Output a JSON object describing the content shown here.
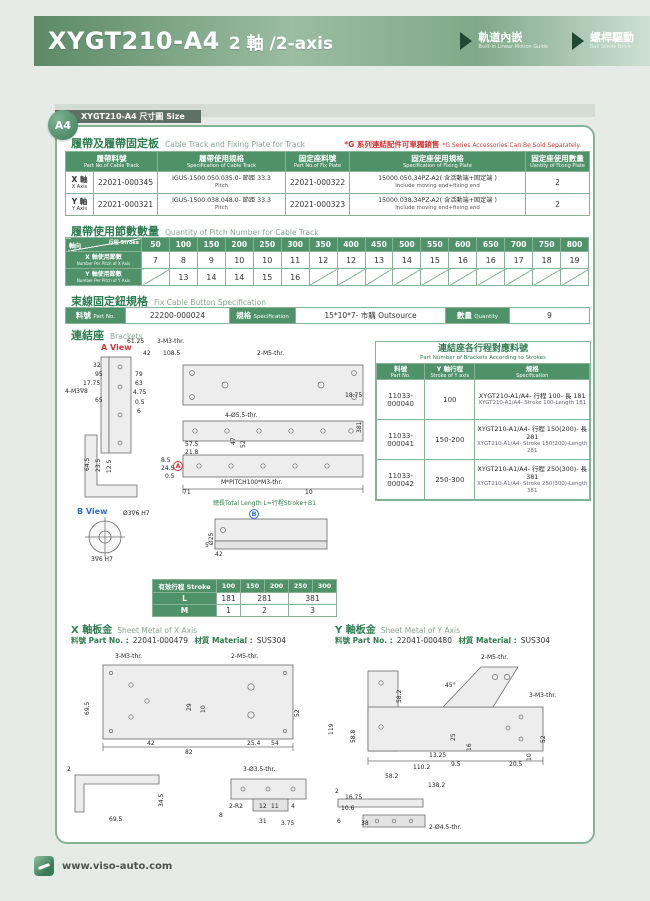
{
  "colors": {
    "green": "#4f9168",
    "dark_green": "#2e7d4f",
    "border_green": "#86b295",
    "red": "#d63535",
    "blue": "#2a6fd4"
  },
  "header": {
    "model": "XYGT210-A4",
    "axis": "2 軸 /2-axis",
    "badges": [
      {
        "zh": "軌道內嵌",
        "en": "Built-in Linear Motion Guide"
      },
      {
        "zh": "螺桿驅動",
        "en": "Ball Screw Drive"
      }
    ]
  },
  "section_bar": {
    "label": "XYGT210-A4 尺寸圖 Size"
  },
  "corner_badge": "A4",
  "track_section": {
    "title_zh": "履帶及履帶固定板",
    "title_en": "Cable Track and Fixing Plate for Track",
    "note_zh": "*G 系列連結配件可單獨銷售",
    "note_en": "*G Series Accessories Can Be Sold Separately.",
    "table": {
      "headers": [
        {
          "zh": "履帶料號",
          "en": "Part No.of Cable Track"
        },
        {
          "zh": "履帶使用規格",
          "en": "Specification of Cable Track"
        },
        {
          "zh": "固定座料號",
          "en": "Part No.of Fix Plate"
        },
        {
          "zh": "固定座使用規格",
          "en": "Specification of Fixing Plate"
        },
        {
          "zh": "固定座使用數量",
          "en": "Uantity of Fixing Plate"
        }
      ],
      "rows": [
        {
          "axis_zh": "X 軸",
          "axis_en": "X Axis",
          "track_pn": "22021-000345",
          "track_spec_zh": "IGUS-1500.050.035.0- 節距 33.3",
          "track_spec_en": "Pitch",
          "plate_pn": "22021-000322",
          "plate_spec_zh": "15000.050.34PZ-A2( 含活動端+固定端 )",
          "plate_spec_en": "Include moving end+fixing end",
          "qty": "2"
        },
        {
          "axis_zh": "Y 軸",
          "axis_en": "Y Axis",
          "track_pn": "22021-000321",
          "track_spec_zh": "IGUS-1500.038.048.0- 節距 33.3",
          "track_spec_en": "Pitch",
          "plate_pn": "22021-000323",
          "plate_spec_zh": "15000.038.34PZ-A2( 含活動端+固定端 )",
          "plate_spec_en": "Include moving end+fixing end",
          "qty": "2"
        }
      ]
    }
  },
  "pitch_section": {
    "title_zh": "履帶使用節數數量",
    "title_en": "Quantity of Pitch Number for Cable Track",
    "corner_bottom": "軸向",
    "corner_top": "行程 Stroke",
    "strokes": [
      "50",
      "100",
      "150",
      "200",
      "250",
      "300",
      "350",
      "400",
      "450",
      "500",
      "550",
      "600",
      "650",
      "700",
      "750",
      "800"
    ],
    "rows": [
      {
        "label_zh": "X 軸使用節數",
        "label_en": "Number Per Pitch of X Axis",
        "values": [
          "7",
          "8",
          "9",
          "10",
          "10",
          "11",
          "12",
          "12",
          "13",
          "14",
          "15",
          "16",
          "16",
          "17",
          "18",
          "19"
        ]
      },
      {
        "label_zh": "Y 軸使用節數",
        "label_en": "Number Per Pitch of Y Axis",
        "values": [
          "╲",
          "13",
          "14",
          "14",
          "15",
          "16",
          "╲",
          "╲",
          "╲",
          "╲",
          "╲",
          "╲",
          "╲",
          "╲",
          "╲",
          "╲"
        ]
      }
    ]
  },
  "button_section": {
    "title_zh": "束線固定鈕規格",
    "title_en": "Fix Cable Button Specification",
    "pn_label_zh": "料號",
    "pn_label_en": "Part No.",
    "pn": "22200-000024",
    "spec_label_zh": "規格",
    "spec_label_en": "Specification",
    "spec": "15*10*7- 市購 Outsource",
    "qty_label_zh": "數量",
    "qty_label_en": "Quantity",
    "qty": "9"
  },
  "brackets_section": {
    "title_zh": "連結座",
    "title_en": "Brackets",
    "view_a": "A View",
    "view_b": "B View",
    "marker_a": "A",
    "marker_b": "B",
    "total_length": "總長Total Length L=行程Stroke+B1",
    "dims": [
      "61.25",
      "3-M3-thr.",
      "108.5",
      "42",
      "2-M5-thr.",
      "32",
      "95",
      "17.75",
      "79",
      "63",
      "4.75",
      "65",
      "0.5",
      "6",
      "4-M3∇8",
      "18.75",
      "381",
      "4-Ø5.5-thr.",
      "47",
      "52",
      "64.5",
      "23.5",
      "12.5",
      "8.5",
      "24.5",
      "0.5",
      "57.5",
      "21.8",
      "M*PITCH100*M3-thr.",
      "71",
      "10",
      "Ø3∇6 H7",
      "3∇6 H7",
      "5",
      "42",
      "Ø25"
    ]
  },
  "bracket_pn_box": {
    "title_zh": "連結座各行程對應料號",
    "title_en": "Part Number of Brackets According to Strokes",
    "headers": [
      {
        "zh": "料號",
        "en": "Part No."
      },
      {
        "zh": "Y 軸行程",
        "en": "Stroke of Y axis"
      },
      {
        "zh": "規格",
        "en": "Specification"
      }
    ],
    "rows": [
      {
        "pn": "11033-000040",
        "stroke": "100",
        "spec_zh": "XYGT210-A1/A4- 行程 100- 長 181",
        "spec_en": "XYGT210-A1/A4- Stroke 100-Length 181"
      },
      {
        "pn": "11033-000041",
        "stroke": "150-200",
        "spec_zh": "XYGT210-A1/A4- 行程 150(200)- 長 281",
        "spec_en": "XYGT210-A1/A4- Stroke 150(200)-Length 281"
      },
      {
        "pn": "11033-000042",
        "stroke": "250-300",
        "spec_zh": "XYGT210-A1/A4- 行程 250(300)- 長 381",
        "spec_en": "XYGT210-A1/A4- Stroke 250(300)-Length 381"
      }
    ]
  },
  "stroke_table": {
    "header_label": "有效行程 Stroke",
    "strokes": [
      "100",
      "150",
      "200",
      "250",
      "300"
    ],
    "l_label": "L",
    "l_values": [
      "181",
      "281",
      "381"
    ],
    "m_label": "M",
    "m_values": [
      "1",
      "2",
      "3"
    ]
  },
  "x_sheet": {
    "title_zh": "X 軸板金",
    "title_en": "Sheet Metal of X Axis",
    "pn_label": "料號 Part No. :",
    "pn": "22041-000479",
    "mat_label": "材質 Material :",
    "mat": "SUS304",
    "dims": [
      "3-M3-thr.",
      "2-M5-thr.",
      "69.5",
      "29",
      "10",
      "52",
      "25.4",
      "54",
      "82",
      "42",
      "34.5",
      "2",
      "69.5",
      "3-Ø3.5-thr.",
      "2-R2",
      "12",
      "11",
      "4",
      "31",
      "3.75",
      "8"
    ]
  },
  "y_sheet": {
    "title_zh": "Y 軸板金",
    "title_en": "Sheet Metal of Y Axis",
    "pn_label": "料號 Part No. :",
    "pn": "22041-000480",
    "mat_label": "材質 Material :",
    "mat": "SUS304",
    "dims": [
      "2-M5-thr.",
      "45°",
      "3-M3-thr.",
      "119",
      "58.2",
      "58.8",
      "25",
      "16",
      "52",
      "10",
      "13.25",
      "9.5",
      "110.2",
      "58.2",
      "20.5",
      "138.2",
      "2",
      "16.75",
      "10.6",
      "6",
      "38",
      "2-Ø4.5-thr."
    ]
  },
  "footer": {
    "url": "www.viso-auto.com"
  }
}
